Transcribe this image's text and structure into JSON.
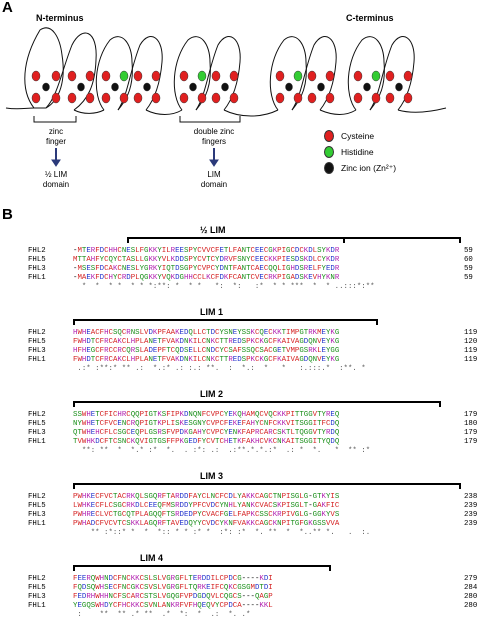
{
  "panel_a": {
    "label": "A",
    "n_terminus": "N-terminus",
    "c_terminus": "C-terminus",
    "caption_half_lim": {
      "line1": "zinc",
      "line2": "finger",
      "result1": "½ LIM",
      "result2": "domain"
    },
    "caption_lim": {
      "line1": "double zinc",
      "line2": "fingers",
      "result1": "LIM",
      "result2": "domain"
    },
    "legend": [
      {
        "label": "Cysteine",
        "color": "#e02020"
      },
      {
        "label": "Histidine",
        "color": "#33cc33"
      },
      {
        "label": "Zinc ion (Zn²⁺)",
        "color": "#111111"
      }
    ]
  },
  "panel_b": {
    "label": "B",
    "blocks": [
      {
        "title": "½ LIM",
        "rows": [
          {
            "name": "FHL2",
            "seq": "-MTERFDCHHCNESLFGKKYILREESPYCVVCFETLFANTCEECGKPIGCDCKDLSYKDR",
            "num": "59"
          },
          {
            "name": "FHL5",
            "seq": "MTTAHFYCQYCTASLLGKKYVLKDDSPYCVTCYDRVFSNYCEECKKPIESDSKDLCYKDR",
            "num": "60"
          },
          {
            "name": "FHL3",
            "seq": "-MSESFDCAKCNESLYGRKYIQTDSGPYCVPCYDNTFANTCAECQQLIGHDSRELFYEDR",
            "num": "59"
          },
          {
            "name": "FHL1",
            "seq": "-MAEKFDCHYCRDPLQGKKYVQKDGHHCCLKCFDKFCANTCVECRKPIGADSKEVHYKNR",
            "num": "59"
          }
        ],
        "consensus": "  *  *  * *  * * *:**: *  * *   *:  *:   :*  * * ***  *  * ..:::*:**"
      },
      {
        "title": "LIM 1",
        "rows": [
          {
            "name": "FHL2",
            "seq": "HWHEACFHCSQCRNSLVDKPFAAKEDQLLCTDCYSNEYSSKCQECKKTIMPGTRKMEYKG",
            "num": "119"
          },
          {
            "name": "FHL5",
            "seq": "FWHDTCFRCAKCLHPLANETFVAKDNKILCNKCTTREDSPKCKGCFKAIVAGDQNVEYKG",
            "num": "120"
          },
          {
            "name": "FHL3",
            "seq": "HFHEGCFRCCRCQRSLADEPFTCQDSELLCNDCYCSAFSSQCSACGETVMPGSRKLEYGG",
            "num": "119"
          },
          {
            "name": "FHL1",
            "seq": "FWHDTCFRCAKCLHPLANETFVAKDNKILCNKCTTREDSPKCKGCFKAIVAGDQNVEYKG",
            "num": "119"
          }
        ],
        "consensus": " .:* :**:* ** .:  *.:* .: :.: **.  :  *.:  *   *   :.:::.*  :**. *"
      },
      {
        "title": "LIM 2",
        "rows": [
          {
            "name": "FHL2",
            "seq": "SSWHETCFICHRCQQPIGTKSFIPKDNQNFCVPCYEKQHAMQCVQCKKPITTGGVTYREQ",
            "num": "179"
          },
          {
            "name": "FHL5",
            "seq": "NYWHETCFVCENCRQPIGTKPLISKESGNYCVPCFEKEFAHYCNFCKKVITSGGITFCDQ",
            "num": "180"
          },
          {
            "name": "FHL3",
            "seq": "QTWHEHCFLCSGCEQPLGSRSFVPDKGAHYCVPCYENKFAPRCARCSKTLTQGGVTYRDQ",
            "num": "179"
          },
          {
            "name": "FHL1",
            "seq": "TVWHKDCFTCSNCKQVIGTGSFFPKGEDFYCVTCHETKFAKHCVKCNKAITSGGITYQDQ",
            "num": "179"
          }
        ],
        "consensus": "  **: **  *  *.* :*  *.  . :*: .:  .:**.*.*.:*  .: *  *.   *  ** :*"
      },
      {
        "title": "LIM 3",
        "rows": [
          {
            "name": "FHL2",
            "seq": "PWHKECFVCTACRKQLSGQRFTARDDFAYCLNCFCDLYAKKCAGCTNPISGLG-GTKYIS",
            "num": "238"
          },
          {
            "name": "FHL5",
            "seq": "LWHKECFLCSGCRKDLCEEQFMSRDDYPFCVDCYNHLYANKCVACSKPISGLT-GAKFIC",
            "num": "239"
          },
          {
            "name": "FHL3",
            "seq": "PWHRECLVCTGCQTPLAGQQFTSRDEDPYCVACFGELFAPKCSSCKRPIVGLG-GGKYVS",
            "num": "239"
          },
          {
            "name": "FHL1",
            "seq": "PWHADCFVCVTCSKKLAGQRFTAVEDQYYCVDCYKNFVAKKCAGCKNPITGFGKGSSVVA",
            "num": "239"
          }
        ],
        "consensus": "    ** :*::* *  *  *:: * * :* *  :*: :*  *. **  *  *..** *.   .  :."
      },
      {
        "title": "LIM 4",
        "rows": [
          {
            "name": "FHL2",
            "seq": "FEERQWHNDCFNCKKCSLSLVGRGFLTERDDILCPDCG----KDI",
            "num": "279"
          },
          {
            "name": "FHL5",
            "seq": "FQDSQWHSECFNCGKCSVSLVGRGFLTQRKEIFCQKCGSGMDTDI",
            "num": "284"
          },
          {
            "name": "FHL3",
            "seq": "FEDRHWHHNCFSCARCSTSLVGQGFVPDGDQVLCQGCS---QAGP",
            "num": "280"
          },
          {
            "name": "FHL1",
            "seq": "YEGQSWHDYCFHCKKCSVNLANKRFVFHQEQVYCPDCA----KKL",
            "num": "280"
          }
        ],
        "consensus": " :    **  ** .* **  .*  *:  *  .:  *. .*"
      }
    ]
  }
}
